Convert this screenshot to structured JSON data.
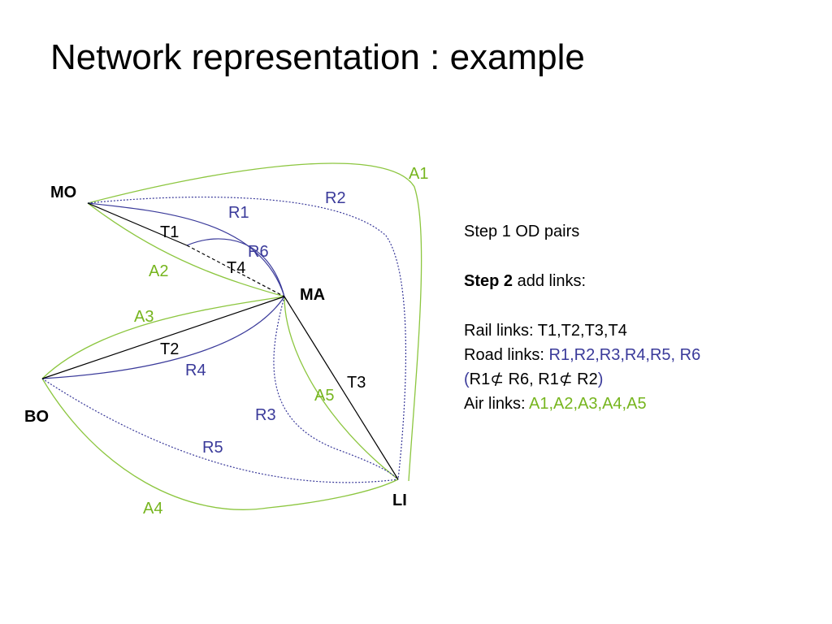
{
  "title": "Network representation : example",
  "colors": {
    "rail": "#000000",
    "road": "#3a3a9a",
    "air": "#8cc63f",
    "air_label": "#76b51e"
  },
  "nodes": {
    "MO": "MO",
    "MA": "MA",
    "BO": "BO",
    "LI": "LI"
  },
  "links": {
    "T1": "T1",
    "T2": "T2",
    "T3": "T3",
    "T4": "T4",
    "R1": "R1",
    "R2": "R2",
    "R3": "R3",
    "R4": "R4",
    "R5": "R5",
    "R6": "R6",
    "A1": "A1",
    "A2": "A2",
    "A3": "A3",
    "A4": "A4",
    "A5": "A5"
  },
  "steps": {
    "step1": "Step 1 OD pairs",
    "step2_bold": "Step 2",
    "step2_rest": " add links:",
    "rail_prefix": "Rail links: ",
    "rail_values": "T1,T2,T3,T4",
    "road_prefix": "Road links: ",
    "road_values": "R1,R2,R3,R4,R5, R6",
    "subset_open": "(",
    "subset_a1": "R1",
    "subset_symbol": "⊄",
    "subset_a2": " R6, R1",
    "subset_b2": " R2",
    "subset_close": ")",
    "air_prefix": "Air links: ",
    "air_values": "A1,A2,A3,A4,A5"
  }
}
